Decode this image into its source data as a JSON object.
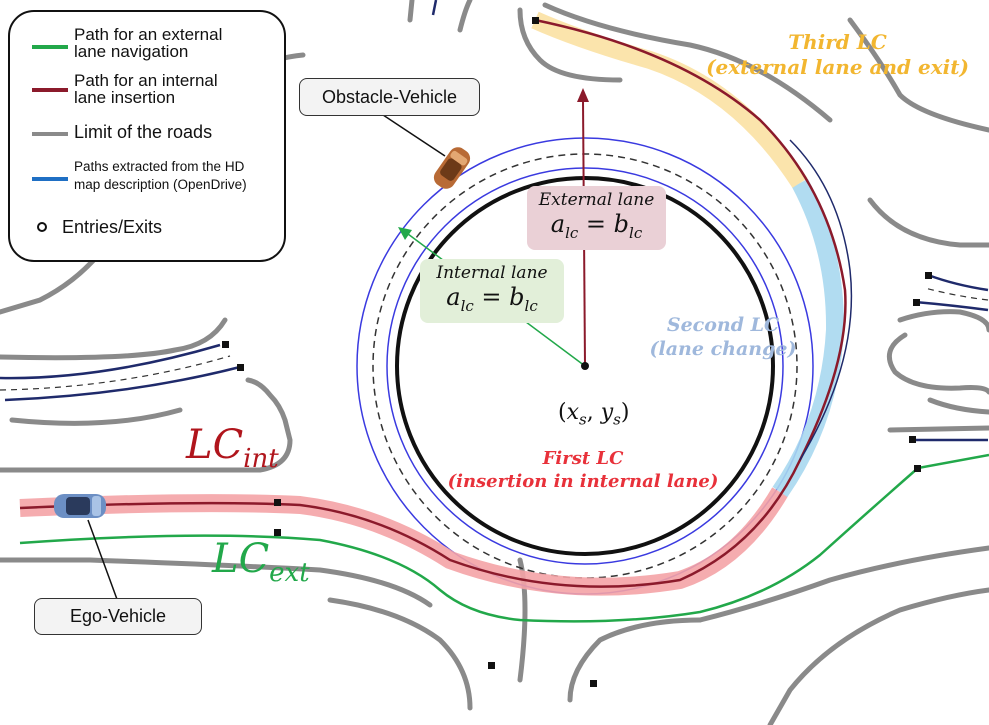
{
  "legend": {
    "items": [
      {
        "label_line1": "Path for an external",
        "label_line2": "lane navigation",
        "color": "#22a84a",
        "kind": "line"
      },
      {
        "label_line1": "Path for an internal",
        "label_line2": "lane insertion",
        "color": "#8b1a2b",
        "kind": "line"
      },
      {
        "label_line1": "Limit of the roads",
        "label_line2": "",
        "color": "#8a8a8a",
        "kind": "line"
      },
      {
        "label_line1": "Paths extracted from the HD",
        "label_line2": "map description (OpenDrive)",
        "color": "#1f6fc4",
        "kind": "line"
      },
      {
        "label_line1": "Entries/Exits",
        "label_line2": "",
        "color": "#111111",
        "kind": "dot"
      }
    ]
  },
  "callouts": {
    "obstacle": "Obstacle-Vehicle",
    "ego": "Ego-Vehicle"
  },
  "lanes": {
    "external": {
      "title": "External lane",
      "eq_a": "a",
      "eq_sub_a": "lc",
      "eq_mid": " = ",
      "eq_b": "b",
      "eq_sub_b": "lc",
      "bg": "#ead0d6"
    },
    "internal": {
      "title": "Internal lane",
      "eq_a": "a",
      "eq_sub_a": "lc",
      "eq_mid": " = ",
      "eq_b": "b",
      "eq_sub_b": "lc",
      "bg": "#e2efd9"
    }
  },
  "labels": {
    "third_lc": {
      "line1": "Third LC",
      "line2": "(external lane and exit)",
      "color": "#f2b630"
    },
    "second_lc": {
      "line1": "Second LC",
      "line2": "(lane change)",
      "color": "#9fb8dc"
    },
    "first_lc": {
      "line1": "First LC",
      "line2": "(insertion in internal lane)",
      "color": "#e8313a"
    },
    "lc_int": {
      "main": "LC",
      "sub": "int",
      "color": "#b0151c"
    },
    "lc_ext": {
      "main": "LC",
      "sub": "ext",
      "color": "#22a84a"
    },
    "center": {
      "open": "(",
      "x": "x",
      "x_sub": "s",
      "comma": ", ",
      "y": "y",
      "y_sub": "s",
      "close": ")"
    }
  },
  "colors": {
    "road_limit": "#8a8a8a",
    "hd_path": "#1f2a6b",
    "inner_circle": "#111111",
    "lane_ring": "#3a3ae0",
    "dashed_ring": "#333333",
    "highlight_red": "#f4a3a6",
    "highlight_blue": "#a8d8ef",
    "highlight_yellow": "#fbe3a8",
    "arrow_external": "#8b1a2b",
    "arrow_internal": "#22a84a"
  }
}
